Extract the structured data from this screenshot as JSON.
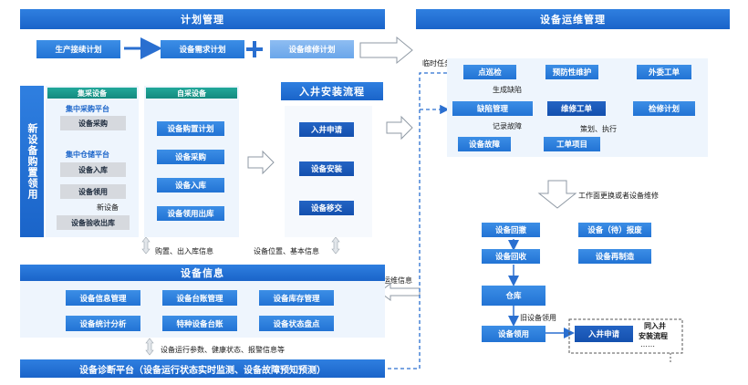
{
  "plan": {
    "header": "计划管理",
    "production_plan": "生产接续计划",
    "demand_plan": "设备需求计划",
    "repair_plan": "设备维修计划"
  },
  "new_equipment": {
    "side_label": "新设备购置领用",
    "centralized": {
      "title": "集采设备",
      "platform": "集中采购平台",
      "purchase": "设备采购",
      "storage_platform": "集中仓储平台",
      "stock_in": "设备入库",
      "receive": "设备领用",
      "new_note": "新设备",
      "acceptance_out": "设备验收出库"
    },
    "self_purchase": {
      "title": "自采设备",
      "steps": [
        "设备购置计划",
        "设备采购",
        "设备入库",
        "设备领用出库"
      ]
    }
  },
  "install": {
    "title": "入井安装流程",
    "steps": [
      "入井申请",
      "设备安装",
      "设备移交"
    ]
  },
  "info_links": {
    "left": "购置、出入库信息",
    "right": "设备位置、基本信息",
    "bottom": "设备运行参数、健康状态、报警信息等",
    "ops": "运维信息",
    "temp_task": "临时任务"
  },
  "equipment_info": {
    "header": "设备信息",
    "items": [
      "设备信息管理",
      "设备台账管理",
      "设备库存管理",
      "设备统计分析",
      "特种设备台账",
      "设备状态盘点"
    ]
  },
  "diagnosis": {
    "label": "设备诊断平台（设备运行状态实时监测、设备故障预知预测）"
  },
  "ops": {
    "header": "设备运维管理",
    "inspection": "点巡检",
    "preventive": "预防性维护",
    "outsourcing": "外委工单",
    "defect": "缺陷管理",
    "work_order": "维修工单",
    "repair_plan": "检修计划",
    "fault": "设备故障",
    "project": "工单项目",
    "gen_defect": "生成缺陷",
    "record_fault": "记录故障",
    "plan_exec": "策划、执行",
    "replace_note": "工作面更换或者设备维修",
    "recall": "设备回撤",
    "scrap": "设备（待）报废",
    "recycle": "设备回收",
    "remanufacture": "设备再制造",
    "warehouse": "仓库",
    "old_receive_note": "旧设备领用",
    "receive": "设备领用",
    "apply": "入井申请",
    "same_flow_1": "同入井",
    "same_flow_2": "安装流程",
    "dots": "……"
  },
  "colors": {
    "primary": "#2273d4",
    "dark": "#1450ae",
    "light": "#8ebdf2",
    "green": "#138a7e"
  }
}
